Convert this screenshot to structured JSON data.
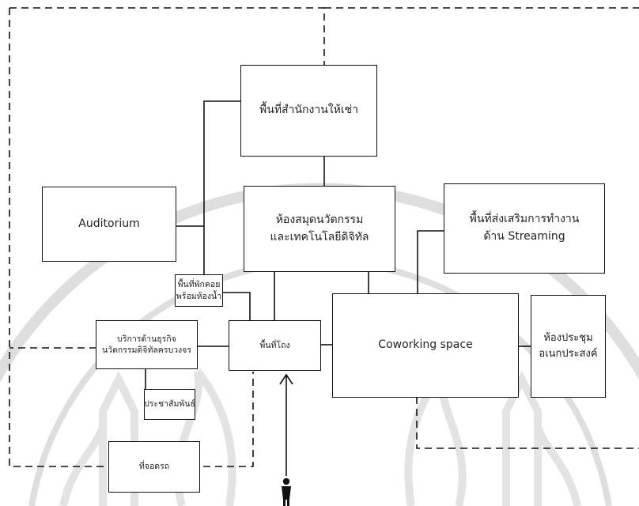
{
  "diagram": {
    "nodes": {
      "office": "พื้นที่สำนักงานให้เช่า",
      "library": "ห้องสมุดนวัตกรรม\nและเทคโนโลยีดิจิทัล",
      "auditorium": "Auditorium",
      "streaming": "พื้นที่ส่งเสริมการทำงาน\nด้าน Streaming",
      "rest_area": "พื้นที่พักคอย\nพร้อมห้องน้ำ",
      "business": "บริการด้านธุรกิจ\nนวัตกรรมดิจิทัลครบวงจร",
      "lobby": "พื้นที่โถง",
      "coworking": "Coworking space",
      "meeting": "ห้องประชุม\nอเนกประสงค์",
      "pr": "ประชาสัมพันธ์",
      "parking": "ที่จอดรถ"
    },
    "colors": {
      "line": "#111111",
      "watermark": "#d9d9d9",
      "background": "#ffffff"
    },
    "icons": {
      "entrance_arrow": "arrow-up-icon",
      "visitor": "person-icon",
      "watermark": "university-seal-watermark"
    }
  }
}
